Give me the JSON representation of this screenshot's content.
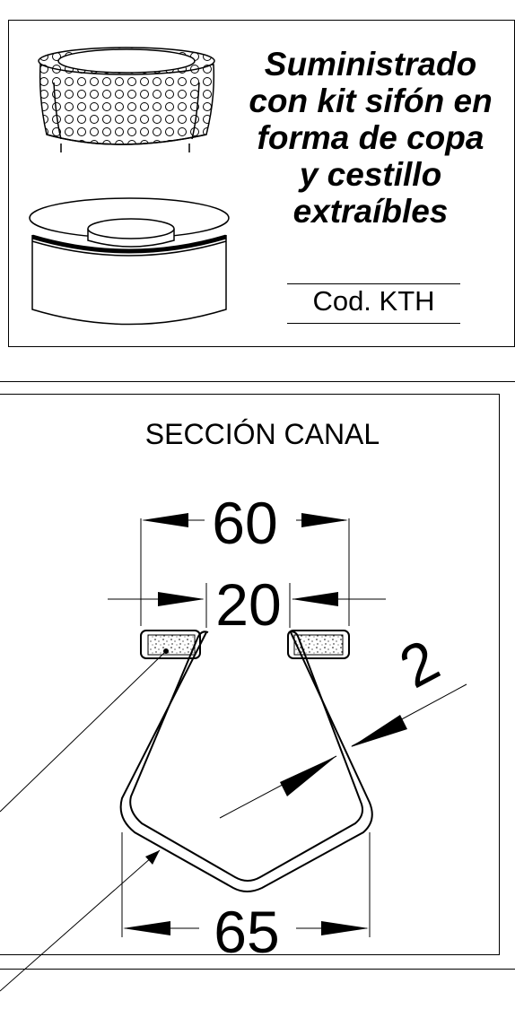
{
  "description": {
    "lines": [
      "Suministrado",
      "con kit sifón en",
      "forma de copa",
      "y cestillo",
      "extraíbles"
    ],
    "code": "Cod. KTH"
  },
  "section": {
    "title": "SECCIÓN CANAL",
    "dimensions": {
      "top_width": "60",
      "slot_width": "20",
      "wall_thickness": "2",
      "bottom_width": "65"
    }
  }
}
